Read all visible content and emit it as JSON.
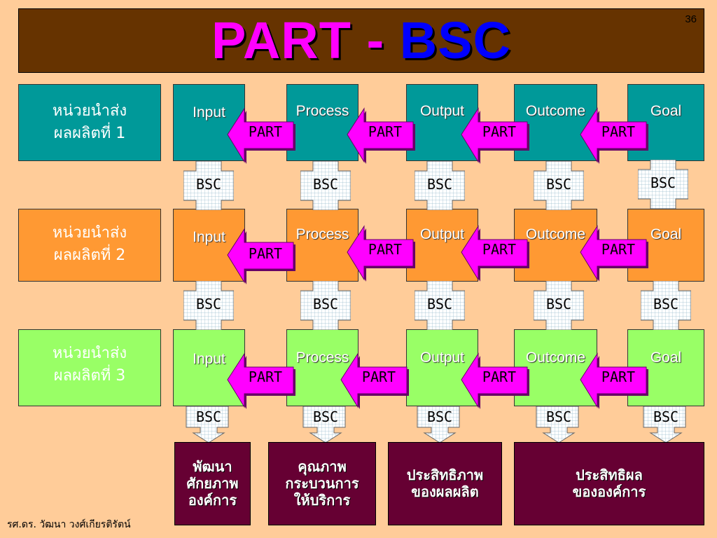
{
  "title": {
    "part": "PART",
    "dash": "-",
    "bsc": "BSC"
  },
  "slide_number": "36",
  "rows": [
    {
      "label_line1": "หน่วยนำส่ง",
      "label_line2": "ผลผลิตที่ 1",
      "color": "#009999"
    },
    {
      "label_line1": "หน่วยนำส่ง",
      "label_line2": "ผลผลิตที่ 2",
      "color": "#ff9933"
    },
    {
      "label_line1": "หน่วยนำส่ง",
      "label_line2": "ผลผลิตที่ 3",
      "color": "#99ff66"
    }
  ],
  "stages": [
    "Input",
    "Process",
    "Output",
    "Outcome",
    "Goal"
  ],
  "part_label": "PART",
  "bsc_label": "BSC",
  "results": [
    {
      "line1": "พัฒนา",
      "line2": "ศักยภาพ",
      "line3": "องค์การ"
    },
    {
      "line1": "คุณภาพ",
      "line2": "กระบวนการ",
      "line3": "ให้บริการ"
    },
    {
      "line1": "ประสิทธิภาพ",
      "line2": "ของผลผลิต"
    },
    {
      "line1": "ประสิทธิผล",
      "line2": "ขององค์การ"
    }
  ],
  "footer": "รศ.ดร. วัฒนา  วงศ์เกียรติรัตน์",
  "colors": {
    "title_bg": "#663300",
    "part_arrow": "#ff00ff",
    "result_bg": "#660033",
    "background": "#ffcc99"
  }
}
